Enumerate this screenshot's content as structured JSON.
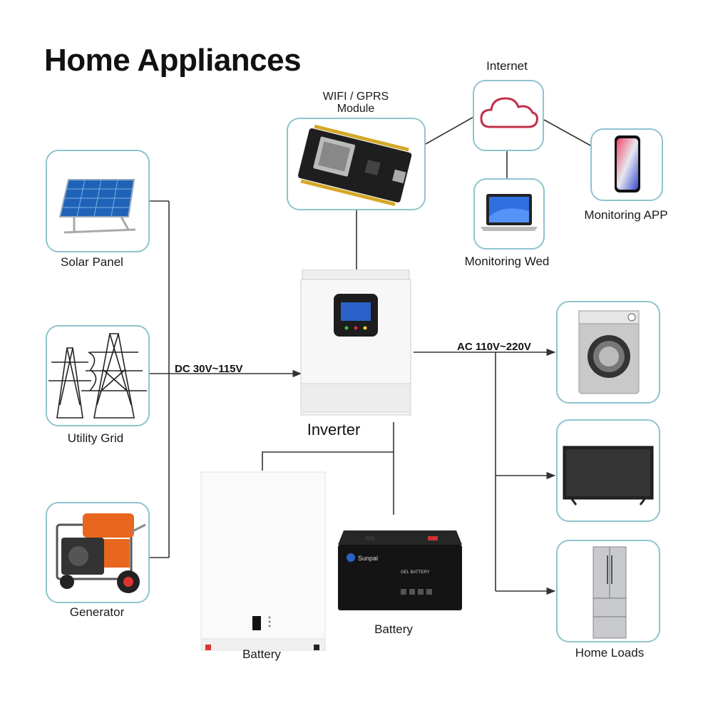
{
  "title": "Home Appliances",
  "nodes": {
    "solar_panel": "Solar Panel",
    "utility_grid": "Utility Grid",
    "generator": "Generator",
    "wifi_module": "WIFI / GPRS\nModule",
    "internet": "Internet",
    "monitoring_app": "Monitoring APP",
    "monitoring_web": "Monitoring Wed",
    "inverter": "Inverter",
    "wall_battery": "Battery",
    "lead_battery": "Battery",
    "home_loads": "Home Loads"
  },
  "edges": {
    "dc_label": "DC 30V~115V",
    "ac_label": "AC 110V~220V"
  },
  "device_text": {
    "lead_battery_brand": "Sunpal",
    "lead_battery_type": "GEL BATTERY"
  },
  "colors": {
    "card_border": "#8fc3cf",
    "wire": "#333333",
    "solar_blue": "#1f63b8",
    "generator_orange": "#e8661e"
  }
}
